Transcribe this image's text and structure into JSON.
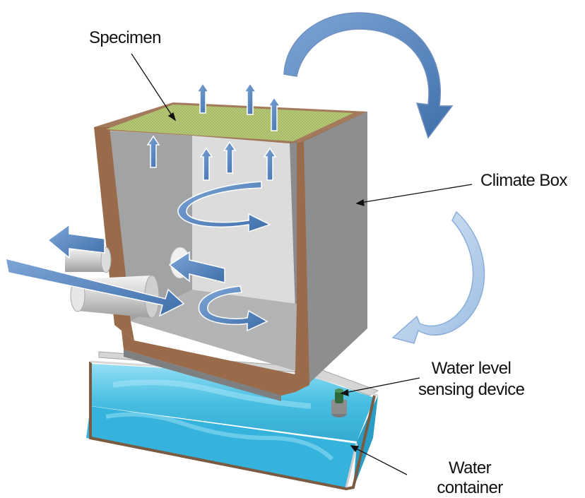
{
  "labels": {
    "specimen": "Specimen",
    "climate_box": "Climate Box",
    "water_level_line1": "Water level",
    "water_level_line2": "sensing device",
    "water_container_line1": "Water",
    "water_container_line2": "container"
  },
  "colors": {
    "arrow_fill": "#4f81bd",
    "arrow_light": "#c6d9f1",
    "wall_outer": "#8e8f91",
    "wall_inner": "#a9aaac",
    "wall_side": "#9a9b9d",
    "wood_edge": "#9a6b4a",
    "specimen_mesh": "#b8cf7a",
    "water": "#3dbbe0",
    "water_light": "#8fdcf2",
    "container_frame": "#c9c9c9"
  },
  "icons": {
    "airflow": "block-arrow",
    "rotation": "curved-arrow",
    "sensor": "sensor-icon"
  }
}
